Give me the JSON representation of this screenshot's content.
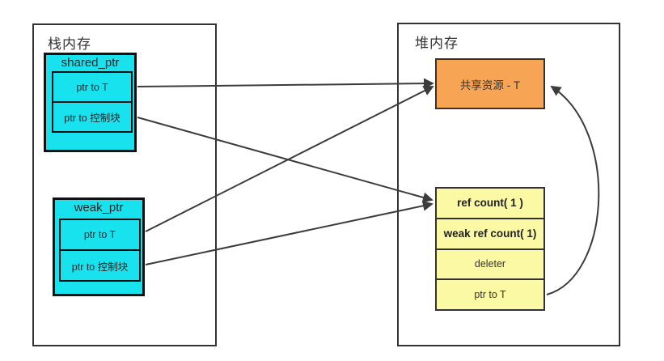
{
  "colors": {
    "pointer_box_fill": "#18E2EE",
    "resource_fill": "#F8A455",
    "control_block_fill": "#FBF9A3",
    "box_border": "#333333",
    "pointer_border": "#111111",
    "arrow_line": "#3C3C3C",
    "background": "#FFFFFF"
  },
  "stack": {
    "title": "栈内存",
    "shared_ptr": {
      "title": "shared_ptr",
      "fields": [
        {
          "label": "ptr to T"
        },
        {
          "label": "ptr to 控制块"
        }
      ]
    },
    "weak_ptr": {
      "title": "weak_ptr",
      "fields": [
        {
          "label": "ptr to T"
        },
        {
          "label": "ptr to 控制块"
        }
      ]
    }
  },
  "heap": {
    "title": "堆内存",
    "shared_resource": {
      "label": "共享资源 - T"
    },
    "control_block": {
      "fields": [
        {
          "label": "ref count( 1 )",
          "bold": true
        },
        {
          "label": "weak ref count( 1)",
          "bold": true
        },
        {
          "label": "deleter",
          "bold": false
        },
        {
          "label": "ptr to T",
          "bold": false
        }
      ]
    }
  },
  "edges": [
    {
      "from": "shared_ptr.ptr to T",
      "to": "共享资源 - T"
    },
    {
      "from": "shared_ptr.ptr to 控制块",
      "to": "控制块 ref count"
    },
    {
      "from": "weak_ptr.ptr to T",
      "to": "共享资源 - T"
    },
    {
      "from": "weak_ptr.ptr to 控制块",
      "to": "控制块 ref count"
    },
    {
      "from": "控制块.ptr to T",
      "to": "共享资源 - T"
    }
  ]
}
